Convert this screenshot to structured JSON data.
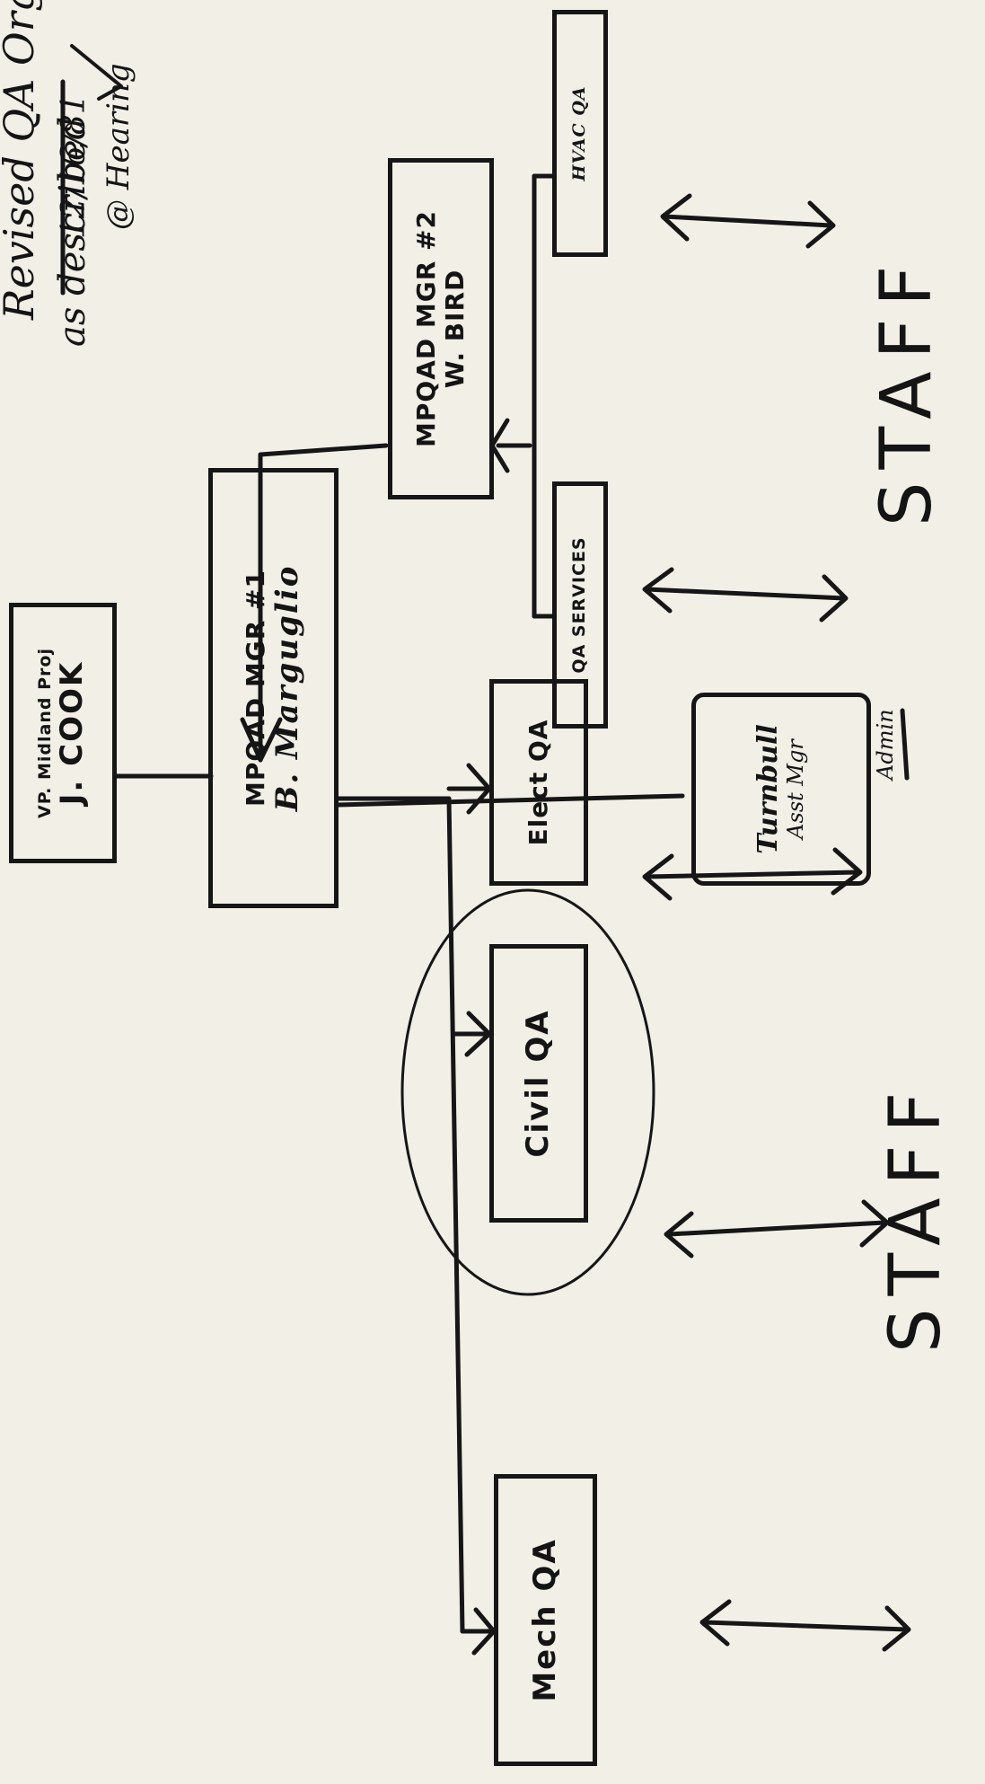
{
  "note": {
    "line1": "Revised QA Organizat",
    "line2_prefix": "as described",
    "line2_date": "12/16/81",
    "line3": "@ Hearing"
  },
  "boxes": {
    "vp": {
      "title": "VP. Midland Proj",
      "name": "J. COOK"
    },
    "mgr1": {
      "title": "MPQAD MGR #1",
      "name": "B. Marguglio"
    },
    "mgr2": {
      "title": "MPQAD MGR #2",
      "name": "W. BIRD"
    },
    "qa_services": {
      "label": "QA SERVICES"
    },
    "hvac_qa": {
      "label": "HVAC QA"
    },
    "elect_qa": {
      "label": "Elect QA"
    },
    "civil_qa": {
      "label": "Civil QA"
    },
    "mech_qa": {
      "label": "Mech QA"
    },
    "turnbull": {
      "name": "Turnbull",
      "title": "Asst Mgr",
      "dept": "Admin"
    }
  },
  "staff_labels": [
    "STAFF",
    "STAFF"
  ],
  "colors": {
    "ink": "#161616",
    "paper": "#f1efe6"
  }
}
